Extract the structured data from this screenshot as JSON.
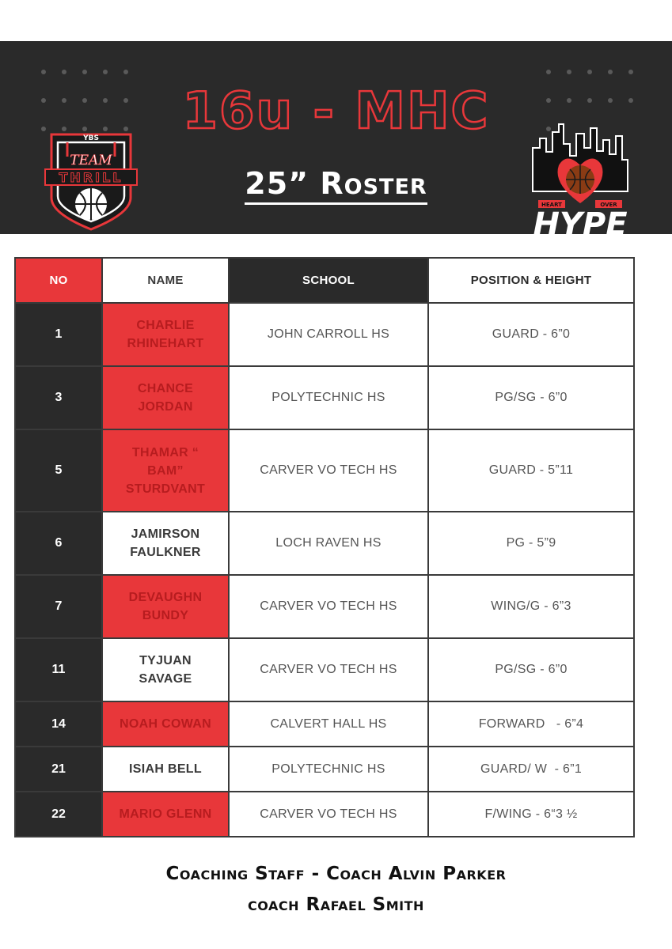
{
  "header": {
    "title": "16u - MHC",
    "subtitle": "25” Roster",
    "left_logo": {
      "text_top": "TEAM",
      "text_bottom": "THRILL",
      "badge": "YBS",
      "icon": "basketball-shield-logo"
    },
    "right_logo": {
      "word_top_left": "HEART",
      "word_top_right": "OVER",
      "word_bottom": "HYPE",
      "icon": "city-skyline-heart-basketball-logo"
    }
  },
  "table": {
    "headers": {
      "no": "NO",
      "name": "NAME",
      "school": "SCHOOL",
      "position": "POSITION & HEIGHT"
    },
    "rows": [
      {
        "no": "1",
        "name_line1": "CHARLIE",
        "name_line2": "RHINEHART",
        "name_line3": "",
        "school": "JOHN CARROLL HS",
        "position": "GUARD - 6”0",
        "highlight": true
      },
      {
        "no": "3",
        "name_line1": "CHANCE",
        "name_line2": "JORDAN",
        "name_line3": "",
        "school": "POLYTECHNIC HS",
        "position": "PG/SG - 6”0",
        "highlight": true
      },
      {
        "no": "5",
        "name_line1": "THAMAR “",
        "name_line2": "BAM”",
        "name_line3": "STURDVANT",
        "school": "CARVER VO TECH HS",
        "position": "GUARD - 5”11",
        "highlight": true
      },
      {
        "no": "6",
        "name_line1": "JAMIRSON",
        "name_line2": "FAULKNER",
        "name_line3": "",
        "school": "LOCH RAVEN HS",
        "position": "PG - 5”9",
        "highlight": false
      },
      {
        "no": "7",
        "name_line1": "DEVAUGHN",
        "name_line2": "BUNDY",
        "name_line3": "",
        "school": "CARVER VO TECH HS",
        "position": "WING/G - 6”3",
        "highlight": true
      },
      {
        "no": "11",
        "name_line1": "TYJUAN",
        "name_line2": "SAVAGE",
        "name_line3": "",
        "school": "CARVER VO TECH HS",
        "position": "PG/SG - 6”0",
        "highlight": false
      },
      {
        "no": "14",
        "name_line1": "NOAH COWAN",
        "name_line2": "",
        "name_line3": "",
        "school": "CALVERT HALL HS",
        "position": "FORWARD   - 6”4",
        "highlight": true
      },
      {
        "no": "21",
        "name_line1": "ISIAH BELL",
        "name_line2": "",
        "name_line3": "",
        "school": "POLYTECHNIC HS",
        "position": "GUARD/ W  - 6”1",
        "highlight": false
      },
      {
        "no": "22",
        "name_line1": "MARIO GLENN",
        "name_line2": "",
        "name_line3": "",
        "school": "CARVER VO TECH HS",
        "position": "F/WING - 6“3 ½",
        "highlight": true
      }
    ]
  },
  "footer": {
    "staff_line1": "Coaching Staff -  Coach Alvin Parker",
    "staff_line2": "coach Rafael Smith"
  },
  "colors": {
    "accent_red": "#e8373a",
    "dark": "#2a2a2a",
    "name_red_text": "#b71c1f"
  }
}
